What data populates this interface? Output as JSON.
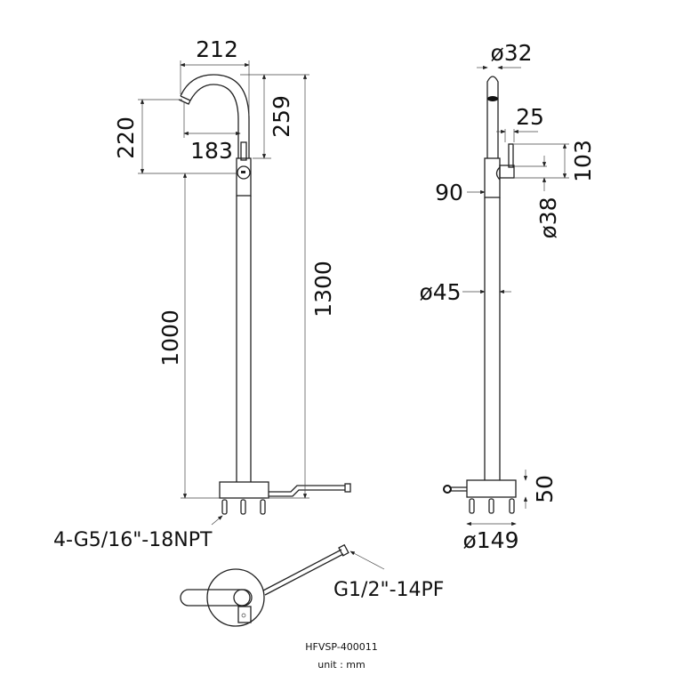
{
  "drawing": {
    "model_code": "HFVSP-400011",
    "unit_label": "unit : mm",
    "front_view": {
      "dim_spout_reach": "212",
      "dim_spout_height": "259",
      "dim_total_height": "1300",
      "dim_spout_drop": "220",
      "dim_outlet_reach": "183",
      "dim_body_height": "1000",
      "callout_base_thread": "4-G5/16\"-18NPT",
      "callout_hose_thread": "G1/2\"-14PF"
    },
    "side_view": {
      "dim_spout_diameter": "ø32",
      "dim_lever_offset": "25",
      "dim_lever_height": "103",
      "dim_lever_diameter": "ø38",
      "dim_body_position": "90",
      "dim_stem_diameter": "ø45",
      "dim_base_height": "50",
      "dim_base_diameter": "ø149"
    }
  }
}
